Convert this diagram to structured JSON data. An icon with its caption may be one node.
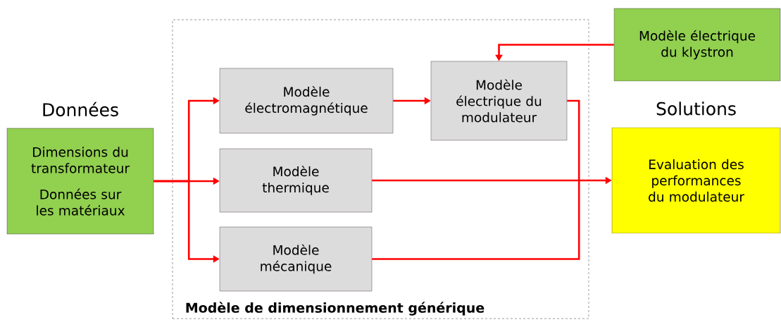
{
  "diagram": {
    "nodes": [
      {
        "text": [
          "Modèle de dimensionnement générique"
        ]
      },
      {
        "text": [
          "Données",
          "Dimensions du transformateur",
          "Données sur les matériaux"
        ]
      },
      {
        "text": [
          "Modèle électromagnétique"
        ],
        "in": 0
      },
      {
        "text": [
          "Modèle thermique"
        ],
        "in": 0
      },
      {
        "text": [
          "Modèle mécanique"
        ],
        "in": 0
      },
      {
        "text": [
          "Modèle électrique du modulateur"
        ],
        "in": 0
      },
      {
        "text": [
          "Modèle électrique du klystron"
        ]
      },
      {
        "text": [
          "Solutions",
          "Evaluation des performances du modulateur"
        ]
      }
    ],
    "edges": [
      {
        "from": 1,
        "to": 2,
        "arrow": "to"
      },
      {
        "from": 1,
        "to": 3,
        "arrow": "to"
      },
      {
        "from": 1,
        "to": 4,
        "arrow": "to"
      },
      {
        "from": 2,
        "to": 5,
        "arrow": "to"
      },
      {
        "from": 6,
        "to": 5,
        "arrow": "to"
      },
      {
        "from": 3,
        "to": 7,
        "arrow": "to"
      },
      {
        "from": 5,
        "to": 4,
        "arrow": "none"
      }
    ]
  }
}
